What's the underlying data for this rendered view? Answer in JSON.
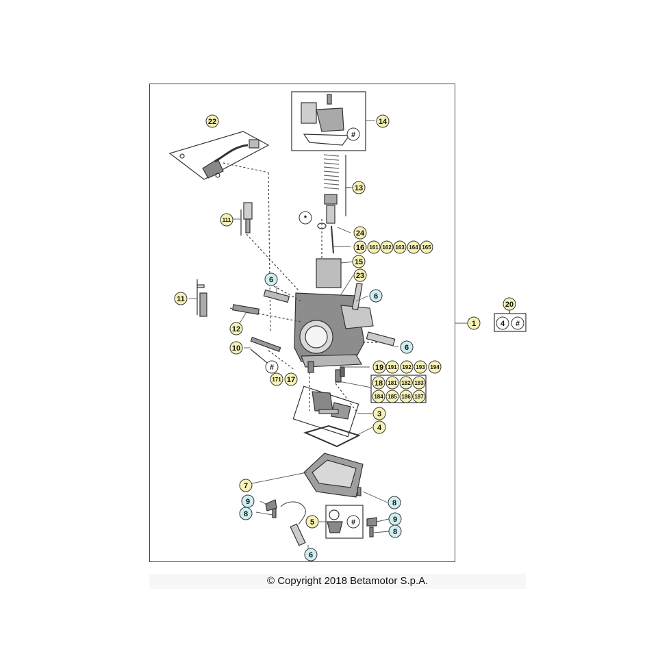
{
  "copyright": "© Copyright 2018 Betamotor S.p.A.",
  "colors": {
    "callout_yellow": "#f6f2b5",
    "callout_blue": "#cfeef2",
    "callout_white": "#ffffff",
    "line": "#333333"
  },
  "callouts": [
    {
      "label": "22",
      "kind": "yellow"
    },
    {
      "label": "14",
      "kind": "yellow"
    },
    {
      "label": "#",
      "kind": "white"
    },
    {
      "label": "13",
      "kind": "yellow"
    },
    {
      "label": "*",
      "kind": "white"
    },
    {
      "label": "24",
      "kind": "yellow"
    },
    {
      "label": "16",
      "kind": "yellow"
    },
    {
      "label": "161",
      "kind": "yellow"
    },
    {
      "label": "162",
      "kind": "yellow"
    },
    {
      "label": "163",
      "kind": "yellow"
    },
    {
      "label": "164",
      "kind": "yellow"
    },
    {
      "label": "165",
      "kind": "yellow"
    },
    {
      "label": "111",
      "kind": "yellow"
    },
    {
      "label": "15",
      "kind": "yellow"
    },
    {
      "label": "23",
      "kind": "yellow"
    },
    {
      "label": "6",
      "kind": "blue"
    },
    {
      "label": "6",
      "kind": "blue"
    },
    {
      "label": "11",
      "kind": "yellow"
    },
    {
      "label": "1",
      "kind": "yellow"
    },
    {
      "label": "20",
      "kind": "yellow"
    },
    {
      "label": "4",
      "kind": "white"
    },
    {
      "label": "#",
      "kind": "white"
    },
    {
      "label": "12",
      "kind": "yellow"
    },
    {
      "label": "6",
      "kind": "blue"
    },
    {
      "label": "10",
      "kind": "yellow"
    },
    {
      "label": "#",
      "kind": "white"
    },
    {
      "label": "171",
      "kind": "yellow"
    },
    {
      "label": "17",
      "kind": "yellow"
    },
    {
      "label": "19",
      "kind": "yellow"
    },
    {
      "label": "191",
      "kind": "yellow"
    },
    {
      "label": "192",
      "kind": "yellow"
    },
    {
      "label": "193",
      "kind": "yellow"
    },
    {
      "label": "194",
      "kind": "yellow"
    },
    {
      "label": "18",
      "kind": "yellow"
    },
    {
      "label": "181",
      "kind": "yellow"
    },
    {
      "label": "182",
      "kind": "yellow"
    },
    {
      "label": "183",
      "kind": "yellow"
    },
    {
      "label": "184",
      "kind": "yellow"
    },
    {
      "label": "185",
      "kind": "yellow"
    },
    {
      "label": "186",
      "kind": "yellow"
    },
    {
      "label": "187",
      "kind": "yellow"
    },
    {
      "label": "3",
      "kind": "yellow"
    },
    {
      "label": "4",
      "kind": "yellow"
    },
    {
      "label": "7",
      "kind": "yellow"
    },
    {
      "label": "9",
      "kind": "blue"
    },
    {
      "label": "8",
      "kind": "blue"
    },
    {
      "label": "8",
      "kind": "blue"
    },
    {
      "label": "5",
      "kind": "yellow"
    },
    {
      "label": "#",
      "kind": "white"
    },
    {
      "label": "9",
      "kind": "blue"
    },
    {
      "label": "8",
      "kind": "blue"
    },
    {
      "label": "6",
      "kind": "blue"
    }
  ]
}
